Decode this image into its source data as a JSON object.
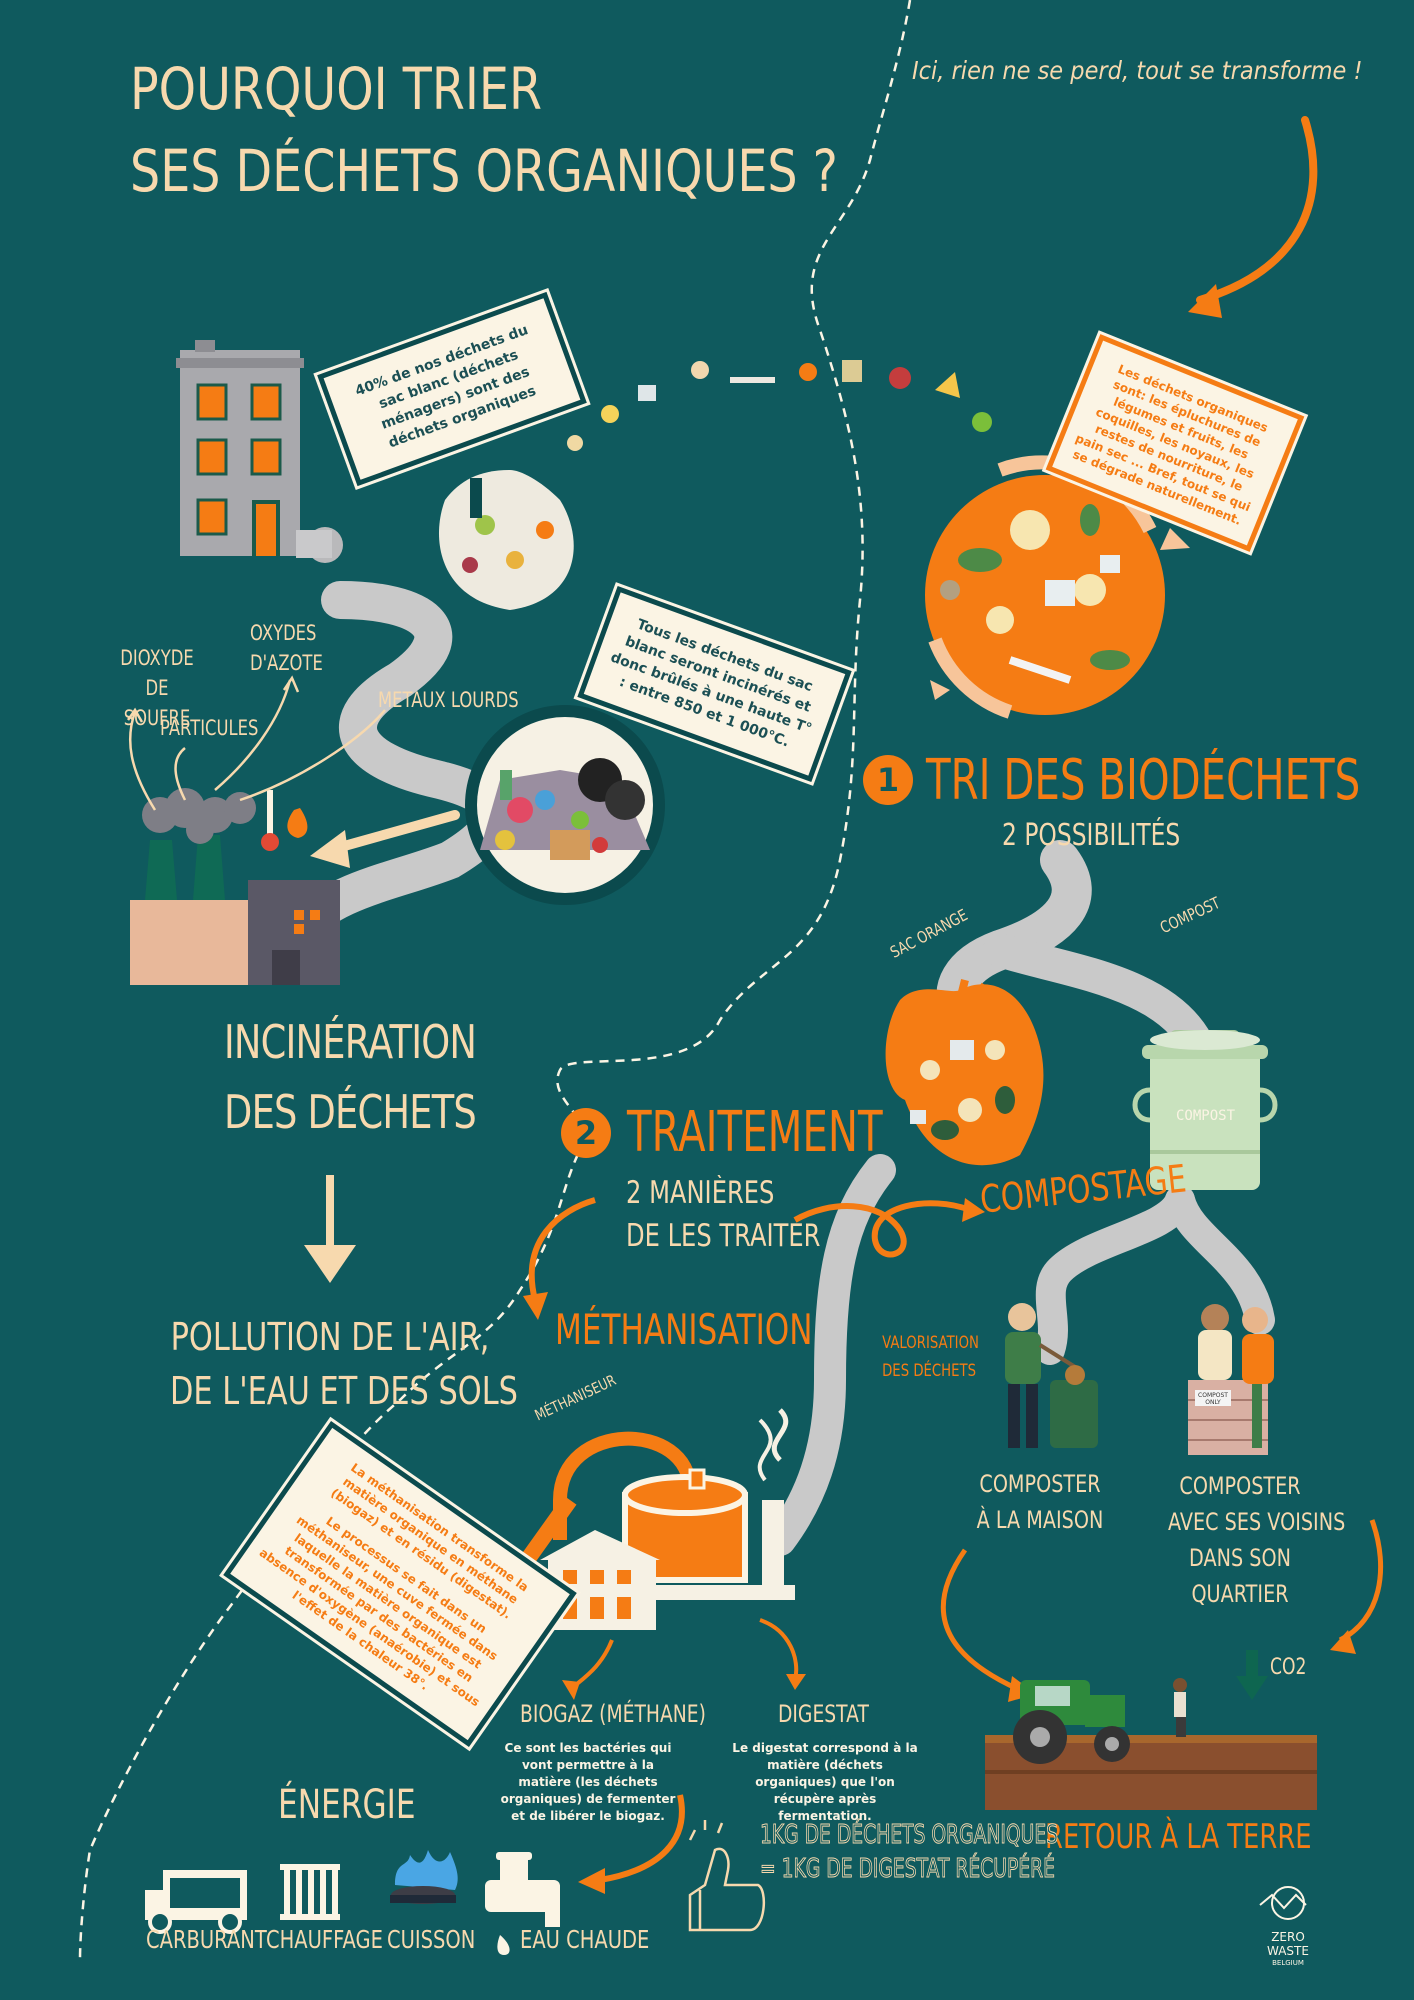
{
  "title": {
    "line1": "POURQUOI TRIER",
    "line2": "SES DÉCHETS ORGANIQUES ?"
  },
  "tagline": "Ici, rien ne se perd, tout se transforme !",
  "notes": {
    "forty_percent": "40% de nos déchets du sac blanc (déchets ménagers) sont des déchets organiques",
    "incinerated": "Tous les déchets du sac blanc seront incinérés et donc brûlés à une haute T° : entre 850 et 1 000°C.",
    "organic_def": "Les déchets organiques sont: les épluchures de légumes et fruits, les coquilles, les noyaux, les restes de nourriture, le pain sec ... Bref, tout se qui se dégrade naturellement.",
    "methanisation_p1": "La méthanisation transforme la matière organique en méthane (biogaz) et en résidu (digestat).",
    "methanisation_p2": "Le processus se fait dans un méthaniseur, une cuve fermée dans laquelle la matière organique est transformée par des bactéries en absence d'oxygène (anaérobie) et sous l'effet de la chaleur 38°."
  },
  "pollutants": {
    "so2": "DIOXYDE DE SOUFRE",
    "nox": "OXYDES D'AZOTE",
    "particles": "PARTICULES",
    "metals": "METAUX LOURDS"
  },
  "incineration": {
    "line1": "INCINÉRATION",
    "line2": "DES DÉCHETS"
  },
  "pollution": {
    "line1": "POLLUTION DE L'AIR,",
    "line2": "DE L'EAU ET DES SOLS"
  },
  "step1": {
    "number": "1",
    "title": "TRI DES BIODÉCHETS",
    "subtitle": "2 POSSIBILITÉS",
    "sac_orange": "SAC ORANGE",
    "compost": "COMPOST",
    "bin_label": "COMPOST"
  },
  "step2": {
    "number": "2",
    "title": "TRAITEMENT",
    "subtitle_line1": "2 MANIÈRES",
    "subtitle_line2": "DE LES TRAITER"
  },
  "compostage": "COMPOSTAGE",
  "methanisation": "MÉTHANISATION",
  "methaniseur": "MÉTHANISEUR",
  "valorisation": {
    "line1": "VALORISATION",
    "line2": "DES DÉCHETS"
  },
  "compost_home": {
    "line1": "COMPOSTER",
    "line2": "À LA MAISON"
  },
  "compost_neighbors": {
    "line1": "COMPOSTER",
    "line2": "AVEC SES VOISINS",
    "line3": "DANS SON",
    "line4": "QUARTIER"
  },
  "crate_label": "COMPOST ONLY",
  "co2": "CO2",
  "retour": "RETOUR À LA TERRE",
  "biogaz": {
    "title": "BIOGAZ (MÉTHANE)",
    "desc": "Ce sont les bactéries qui vont permettre à la matière (les déchets organiques) de fermenter et de libérer le biogaz."
  },
  "digestat": {
    "title": "DIGESTAT",
    "desc": "Le digestat correspond à la matière (déchets organiques) que l'on récupère après fermentation."
  },
  "ratio": {
    "line1": "1KG DE DÉCHETS ORGANIQUES",
    "line2": "= 1KG DE DIGESTAT RÉCUPÉRÉ"
  },
  "energy": {
    "title": "ÉNERGIE",
    "items": [
      "CARBURANT",
      "CHAUFFAGE",
      "CUISSON",
      "EAU CHAUDE"
    ]
  },
  "logo": {
    "line1": "ZERO",
    "line2": "WASTE",
    "line3": "BELGIUM"
  },
  "colors": {
    "background": "#0f5a5e",
    "cream": "#f7d9ae",
    "orange": "#f57c14",
    "road": "#c9c9c9",
    "dark_border": "#0b4a4d"
  }
}
